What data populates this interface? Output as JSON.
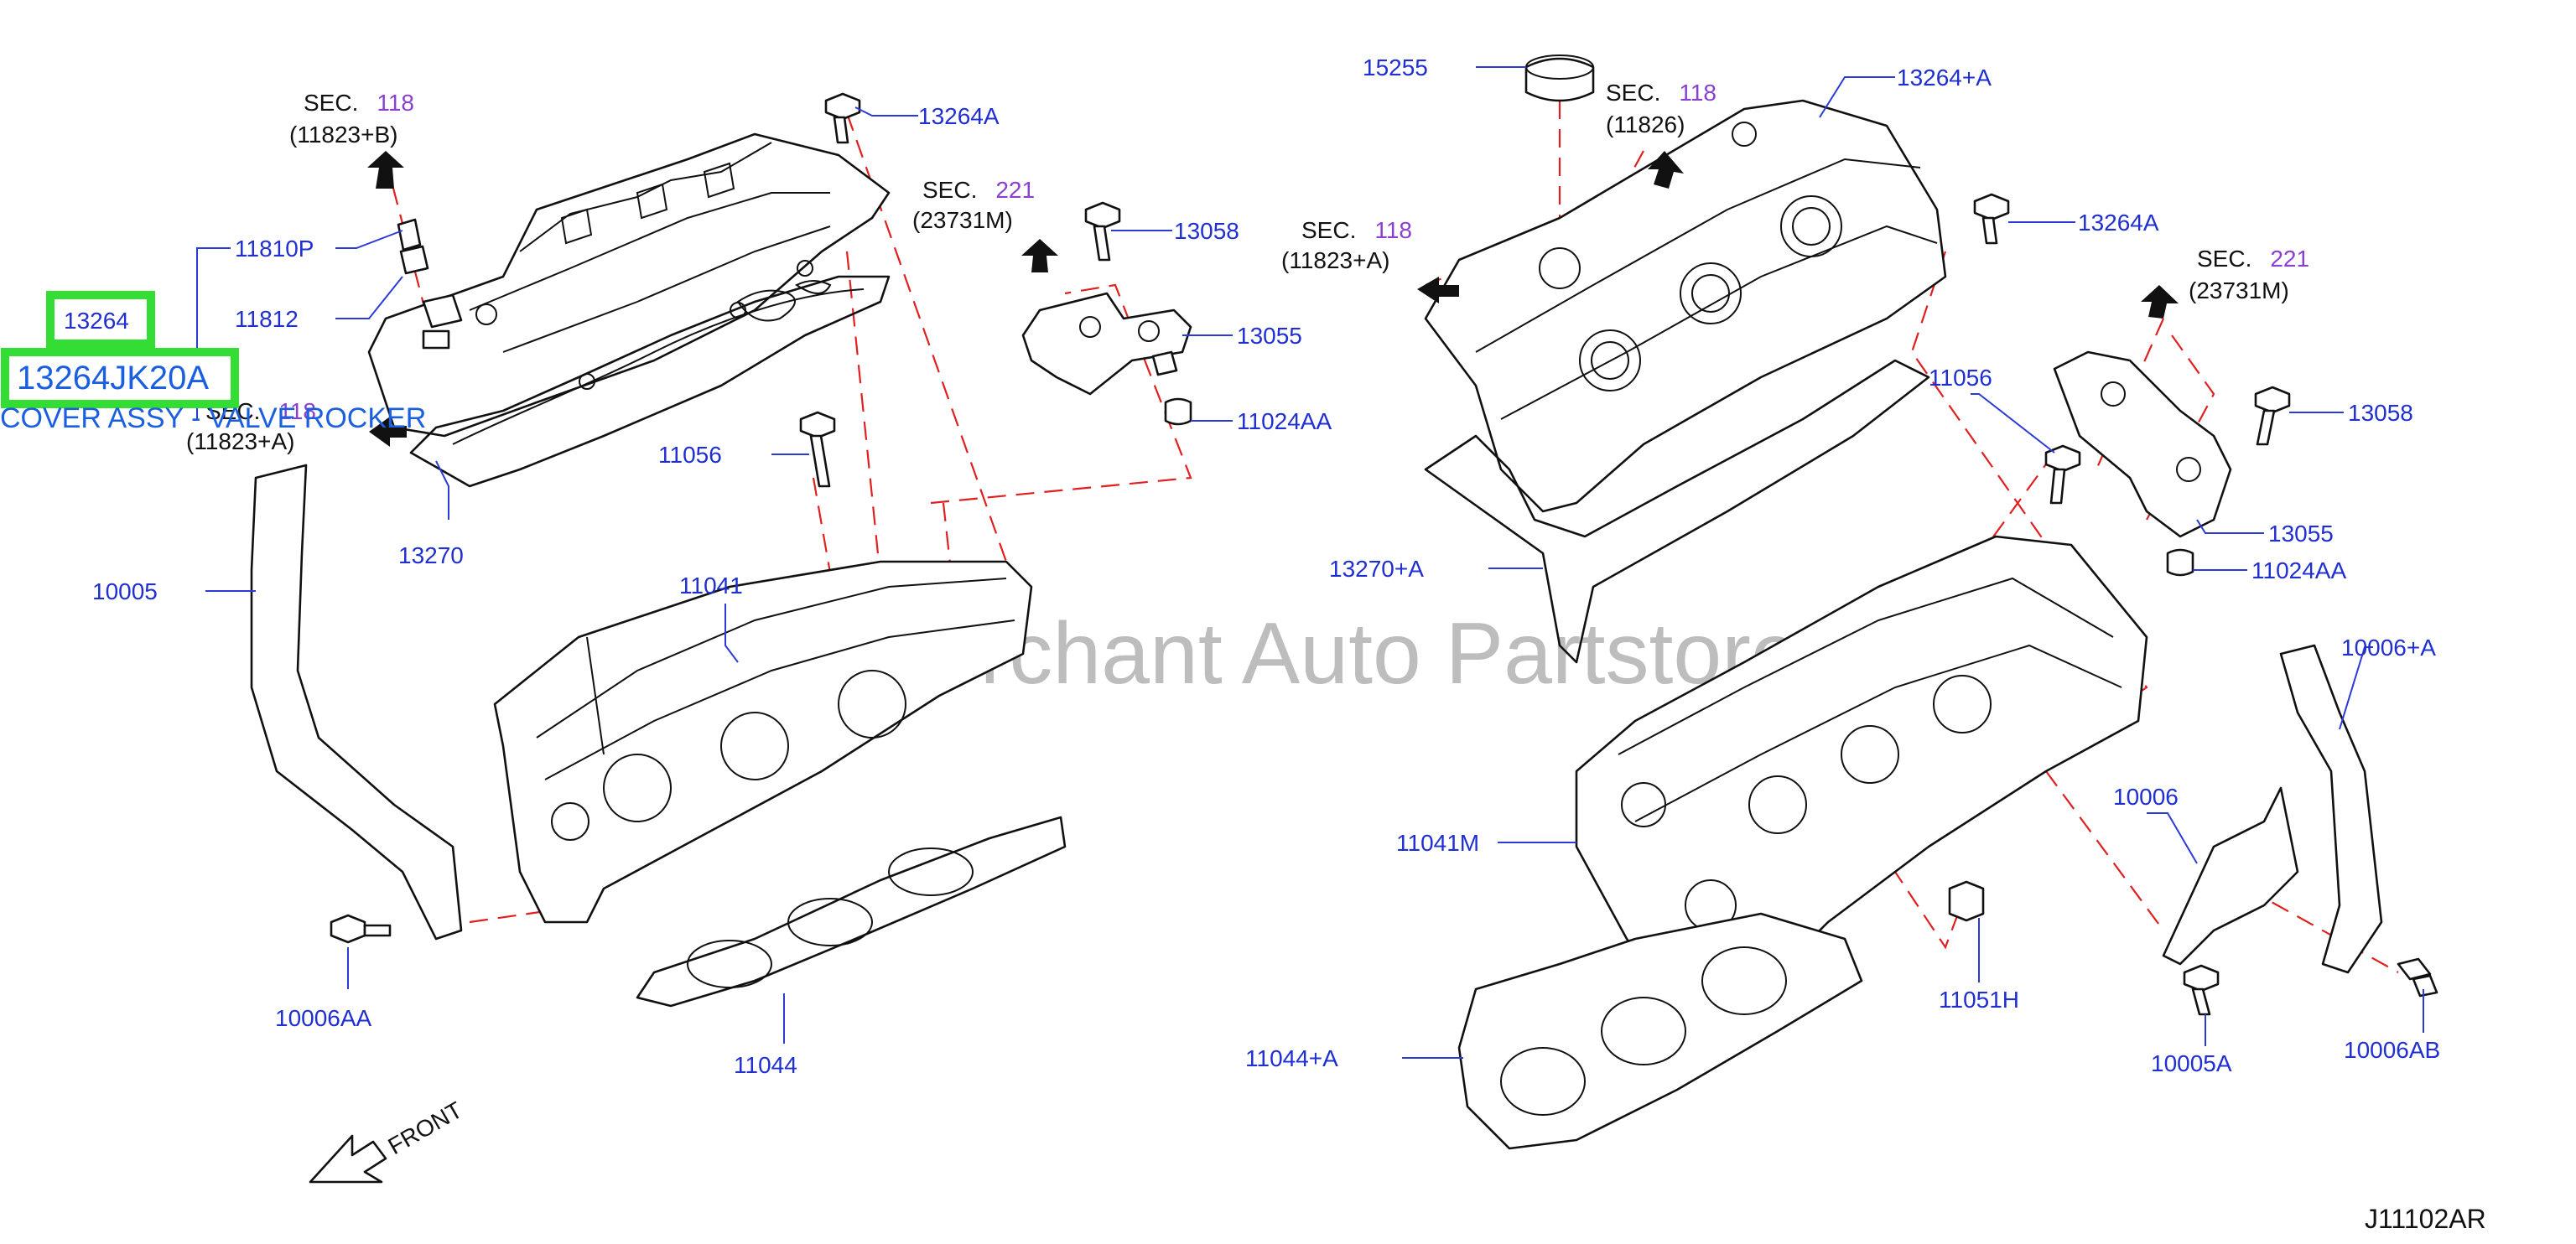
{
  "diagram": {
    "ref_code": "J11102AR",
    "watermark": "Multi-Merchant Auto Partstore",
    "front_label": "FRONT",
    "colors": {
      "label": "#1f2fd0",
      "sec_number": "#8a3fd0",
      "highlight": "#33dd33",
      "highlight_text": "#1a5fe0",
      "guide_line": "#e02020"
    },
    "highlight": {
      "part_small": "13264",
      "part_main": "13264JK20A",
      "description": "COVER ASSY - VALVE ROCKER"
    },
    "section_refs": [
      {
        "sec": "SEC.",
        "num": "118",
        "ref": "(11823+B)"
      },
      {
        "sec": "SEC.",
        "num": "221",
        "ref": "(23731M)"
      },
      {
        "sec": "SEC.",
        "num": "118",
        "ref": "(11823+A)"
      },
      {
        "sec": "SEC.",
        "num": "118",
        "ref": "(11826)"
      },
      {
        "sec": "SEC.",
        "num": "118",
        "ref": "(11823+A)"
      },
      {
        "sec": "SEC.",
        "num": "221",
        "ref": "(23731M)"
      }
    ],
    "parts": {
      "p13264A_l": "13264A",
      "p13058_l": "13058",
      "p11810P": "11810P",
      "p11812": "11812",
      "p13055_l": "13055",
      "p11024AA_l": "11024AA",
      "p11056_l": "11056",
      "p13270": "13270",
      "p10005": "10005",
      "p11041": "11041",
      "p10006AA": "10006AA",
      "p11044": "11044",
      "p15255": "15255",
      "p13264pA": "13264+A",
      "p13264A_r": "13264A",
      "p11056_r": "11056",
      "p13058_r": "13058",
      "p13270pA": "13270+A",
      "p13055_r": "13055",
      "p11024AA_r": "11024AA",
      "p10006pA": "10006+A",
      "p10006": "10006",
      "p11041M": "11041M",
      "p11051H": "11051H",
      "p10005A": "10005A",
      "p10006AB": "10006AB",
      "p11044pA": "11044+A"
    }
  }
}
